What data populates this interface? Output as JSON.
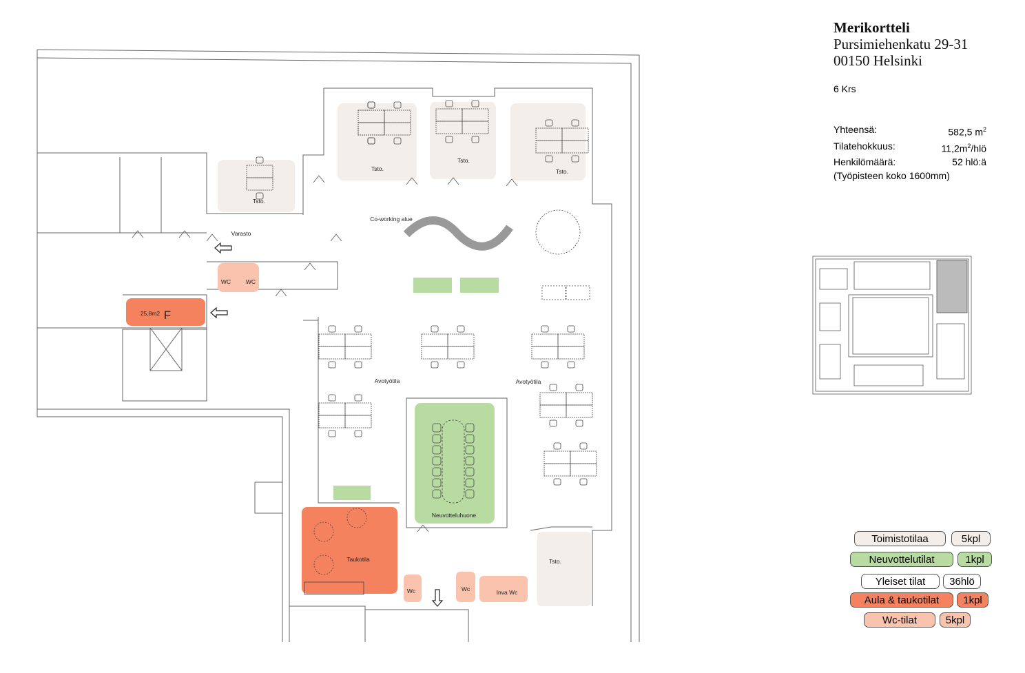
{
  "header": {
    "name": "Merikortteli",
    "street": "Pursimiehenkatu 29-31",
    "city": "00150 Helsinki"
  },
  "floor": "6 Krs",
  "stats": {
    "total_label": "Yhteensä:",
    "total_value": "582,5 m",
    "total_unit_sup": "2",
    "efficiency_label": "Tilatehokkuus:",
    "efficiency_value_a": "11,2m",
    "efficiency_sup": "2",
    "efficiency_value_b": "/hlö",
    "persons_label": "Henkilömäärä:",
    "persons_value": "52 hlö:ä",
    "note": "(Työpisteen koko 1600mm)"
  },
  "legend": [
    {
      "label": "Toimistotilaa",
      "count": "5kpl",
      "color": "#f4eeea"
    },
    {
      "label": "Neuvottelutilat",
      "count": "1kpl",
      "color": "#b8dba2"
    },
    {
      "label": "Yleiset tilat",
      "count": "36hlö",
      "color": "#ffffff"
    },
    {
      "label": "Aula & taukotilat",
      "count": "1kpl",
      "color": "#f4825f"
    },
    {
      "label": "Wc-tilat",
      "count": "5kpl",
      "color": "#f9c3ae"
    }
  ],
  "rooms": {
    "tsto1": "Tsto.",
    "tsto2": "Tsto.",
    "tsto3": "Tsto.",
    "tsto4": "Tsto.",
    "tsto5": "Tsto.",
    "varasto": "Varasto",
    "wc1": "WC",
    "wc2": "WC",
    "lobby_area": "25,8m2",
    "lobby_letter": "F",
    "coworking": "Co-working alue",
    "open1": "Avotyötila",
    "open2": "Avotyötila",
    "meeting": "Neuvotteluhuone",
    "break": "Taukotila",
    "wc3": "Wc",
    "wc4": "Wc",
    "inva": "Inva Wc"
  }
}
